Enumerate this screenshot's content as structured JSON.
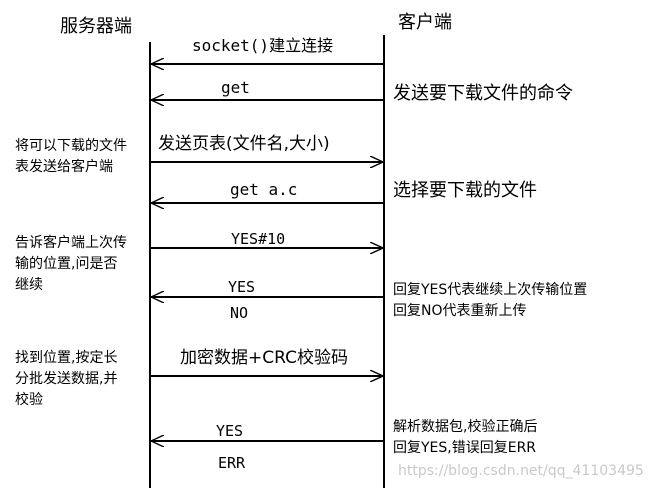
{
  "headers": {
    "server": "服务器端",
    "client": "客户端"
  },
  "messages": [
    {
      "label": "socket()建立连接",
      "direction": "to-server"
    },
    {
      "label": "get",
      "direction": "to-server"
    },
    {
      "label": "发送页表(文件名,大小)",
      "direction": "to-client"
    },
    {
      "label": "get a.c",
      "direction": "to-server"
    },
    {
      "label": "YES#10",
      "direction": "to-client"
    },
    {
      "label": "YES",
      "sublabel": "NO",
      "direction": "to-server"
    },
    {
      "label": "加密数据+CRC校验码",
      "direction": "to-client"
    },
    {
      "label": "YES",
      "sublabel": "ERR",
      "direction": "to-server"
    }
  ],
  "left_notes": [
    {
      "lines": [
        "将可以下载的文件",
        "表发送给客户端"
      ]
    },
    {
      "lines": [
        "告诉客户端上次传",
        "输的位置,问是否",
        "继续"
      ]
    },
    {
      "lines": [
        "找到位置,按定长",
        "分批发送数据,并",
        "校验"
      ]
    }
  ],
  "right_notes": [
    {
      "lines": [
        "发送要下载文件的命令"
      ]
    },
    {
      "lines": [
        "选择要下载的文件"
      ]
    },
    {
      "lines": [
        "回复YES代表继续上次传输位置",
        "回复NO代表重新上传"
      ]
    },
    {
      "lines": [
        "解析数据包,校验正确后",
        "回复YES,错误回复ERR"
      ]
    }
  ],
  "watermark": "https://blog.csdn.net/qq_41103495"
}
